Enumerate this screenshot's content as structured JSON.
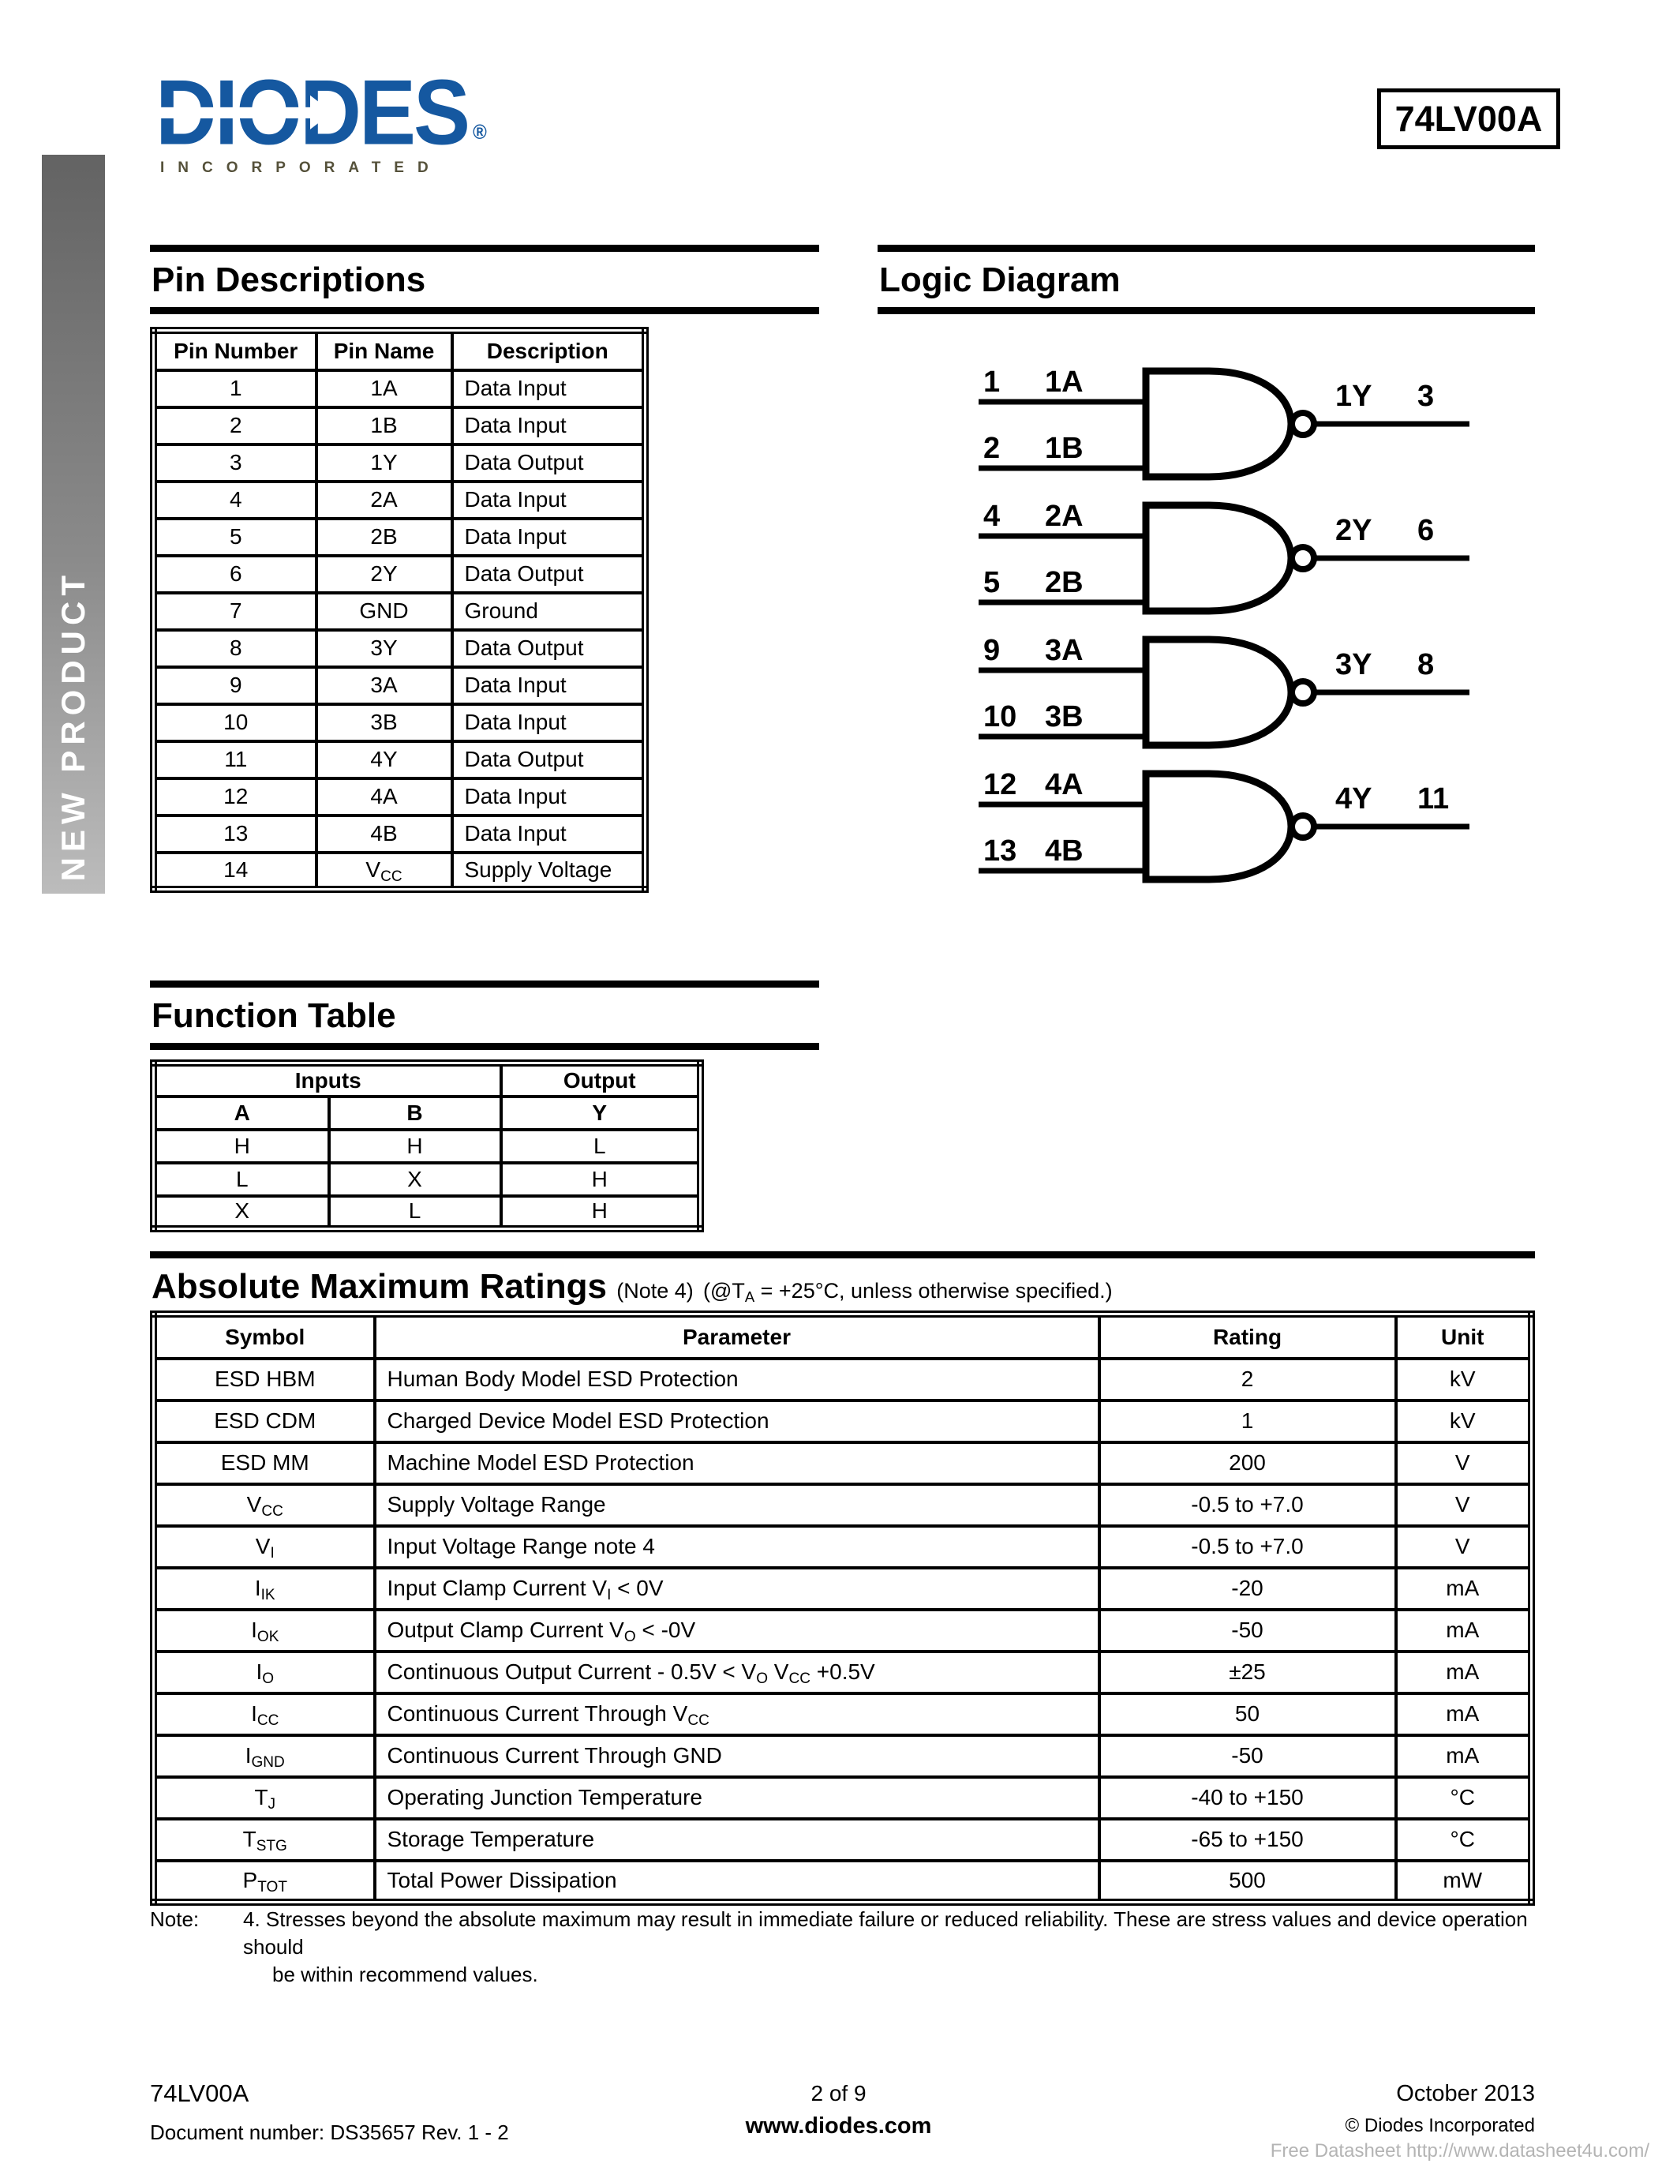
{
  "header": {
    "logo": {
      "brand": "DIODES",
      "registered": "®",
      "sub": "INCORPORATED",
      "brand_color": "#1558a0",
      "sub_color": "#55513a"
    },
    "part_number": "74LV00A"
  },
  "sidebar": {
    "label": "NEW PRODUCT",
    "gradient_top": "#636363",
    "gradient_bottom": "#bcbcbc"
  },
  "pin_descriptions": {
    "title": "Pin Descriptions",
    "headers": [
      "Pin Number",
      "Pin Name",
      "Description"
    ],
    "rows": [
      [
        "1",
        "1A",
        "Data Input"
      ],
      [
        "2",
        "1B",
        "Data Input"
      ],
      [
        "3",
        "1Y",
        "Data Output"
      ],
      [
        "4",
        "2A",
        "Data Input"
      ],
      [
        "5",
        "2B",
        "Data Input"
      ],
      [
        "6",
        "2Y",
        "Data Output"
      ],
      [
        "7",
        "GND",
        "Ground"
      ],
      [
        "8",
        "3Y",
        "Data Output"
      ],
      [
        "9",
        "3A",
        "Data Input"
      ],
      [
        "10",
        "3B",
        "Data Input"
      ],
      [
        "11",
        "4Y",
        "Data Output"
      ],
      [
        "12",
        "4A",
        "Data Input"
      ],
      [
        "13",
        "4B",
        "Data Input"
      ],
      [
        "14",
        "V~CC~",
        "Supply Voltage"
      ]
    ]
  },
  "logic_diagram": {
    "title": "Logic Diagram",
    "gate_type": "2-input NAND",
    "gates": [
      {
        "in1_pin": "1",
        "in1_name": "1A",
        "in2_pin": "2",
        "in2_name": "1B",
        "out_name": "1Y",
        "out_pin": "3"
      },
      {
        "in1_pin": "4",
        "in1_name": "2A",
        "in2_pin": "5",
        "in2_name": "2B",
        "out_name": "2Y",
        "out_pin": "6"
      },
      {
        "in1_pin": "9",
        "in1_name": "3A",
        "in2_pin": "10",
        "in2_name": "3B",
        "out_name": "3Y",
        "out_pin": "8"
      },
      {
        "in1_pin": "12",
        "in1_name": "4A",
        "in2_pin": "13",
        "in2_name": "4B",
        "out_name": "4Y",
        "out_pin": "11"
      }
    ]
  },
  "function_table": {
    "title": "Function Table",
    "group_headers": [
      {
        "label": "Inputs",
        "span": 2
      },
      {
        "label": "Output",
        "span": 1
      }
    ],
    "col_headers": [
      "A",
      "B",
      "Y"
    ],
    "rows": [
      [
        "H",
        "H",
        "L"
      ],
      [
        "L",
        "X",
        "H"
      ],
      [
        "X",
        "L",
        "H"
      ]
    ]
  },
  "abs_max": {
    "title": "Absolute Maximum Ratings",
    "note_ref": "(Note 4)",
    "condition": "(@T~A~ = +25°C, unless otherwise specified.)",
    "headers": [
      "Symbol",
      "Parameter",
      "Rating",
      "Unit"
    ],
    "rows": [
      [
        "ESD HBM",
        "Human Body Model ESD Protection",
        "2",
        "kV"
      ],
      [
        "ESD CDM",
        "Charged Device Model ESD Protection",
        "1",
        "kV"
      ],
      [
        "ESD MM",
        "Machine Model ESD Protection",
        "200",
        "V"
      ],
      [
        "V~CC~",
        "Supply Voltage Range",
        "-0.5 to +7.0",
        "V"
      ],
      [
        "V~I~",
        "Input Voltage Range note 4",
        "-0.5 to +7.0",
        "V"
      ],
      [
        "I~IK~",
        "Input Clamp Current  V~I~ <  0V",
        "-20",
        "mA"
      ],
      [
        "I~OK~",
        "Output Clamp Current  V~O~ < -0V",
        "-50",
        "mA"
      ],
      [
        "I~O~",
        "Continuous Output Current - 0.5V < V~O~ V~CC~ +0.5V",
        "±25",
        "mA"
      ],
      [
        "I~CC~",
        "Continuous Current Through V~CC~",
        "50",
        "mA"
      ],
      [
        "I~GND~",
        "Continuous Current Through GND",
        "-50",
        "mA"
      ],
      [
        "T~J~",
        "Operating Junction Temperature",
        "-40 to +150",
        "°C"
      ],
      [
        "T~STG~",
        "Storage Temperature",
        "-65 to +150",
        "°C"
      ],
      [
        "P~TOT~",
        "Total Power Dissipation",
        "500",
        "mW"
      ]
    ]
  },
  "note": {
    "label": "Note:",
    "line1": "4. Stresses beyond the absolute maximum may result in immediate failure or reduced reliability. These are stress values and device operation should",
    "line2": "be within recommend values."
  },
  "footer": {
    "part": "74LV00A",
    "doc": "Document number: DS35657 Rev. 1 - 2",
    "page_info": "2 of 9",
    "website": "www.diodes.com",
    "date": "October 2013",
    "copyright": "© Diodes Incorporated",
    "watermark": "Free Datasheet http://www.datasheet4u.com/"
  }
}
